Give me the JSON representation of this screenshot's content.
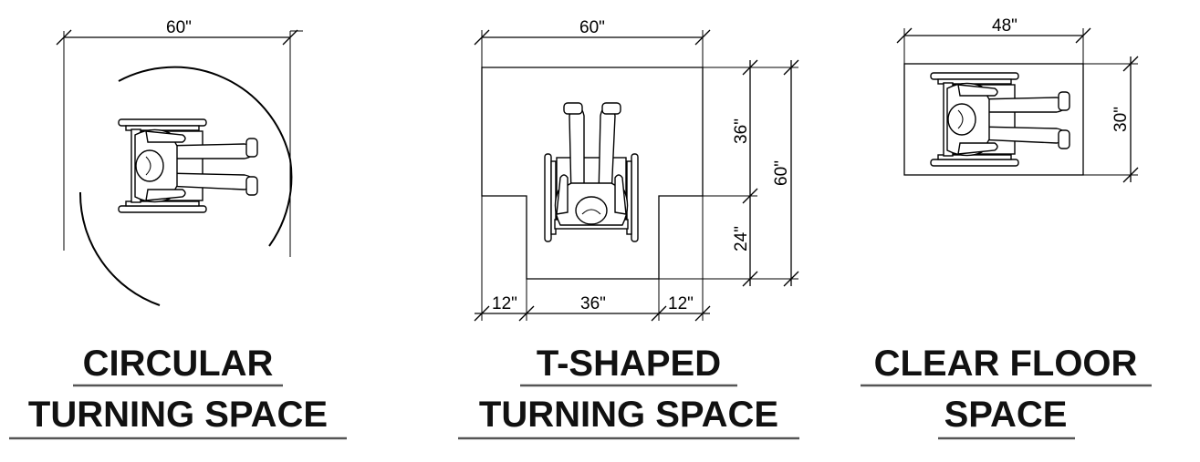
{
  "diagrams": [
    {
      "id": "circular",
      "dimensions": {
        "width": "60\""
      },
      "caption": {
        "line1": "CIRCULAR",
        "line2": "TURNING SPACE"
      }
    },
    {
      "id": "t_shaped",
      "dimensions": {
        "width": "60\"",
        "upper_height": "36\"",
        "overall_height": "60\"",
        "lower_height": "24\"",
        "left_leg": "12\"",
        "center": "36\"",
        "right_leg": "12\""
      },
      "caption": {
        "line1": "T-SHAPED",
        "line2": "TURNING SPACE"
      }
    },
    {
      "id": "clear_floor",
      "dimensions": {
        "width": "48\"",
        "depth": "30\""
      },
      "caption": {
        "line1": "CLEAR FLOOR",
        "line2": "SPACE"
      }
    }
  ]
}
